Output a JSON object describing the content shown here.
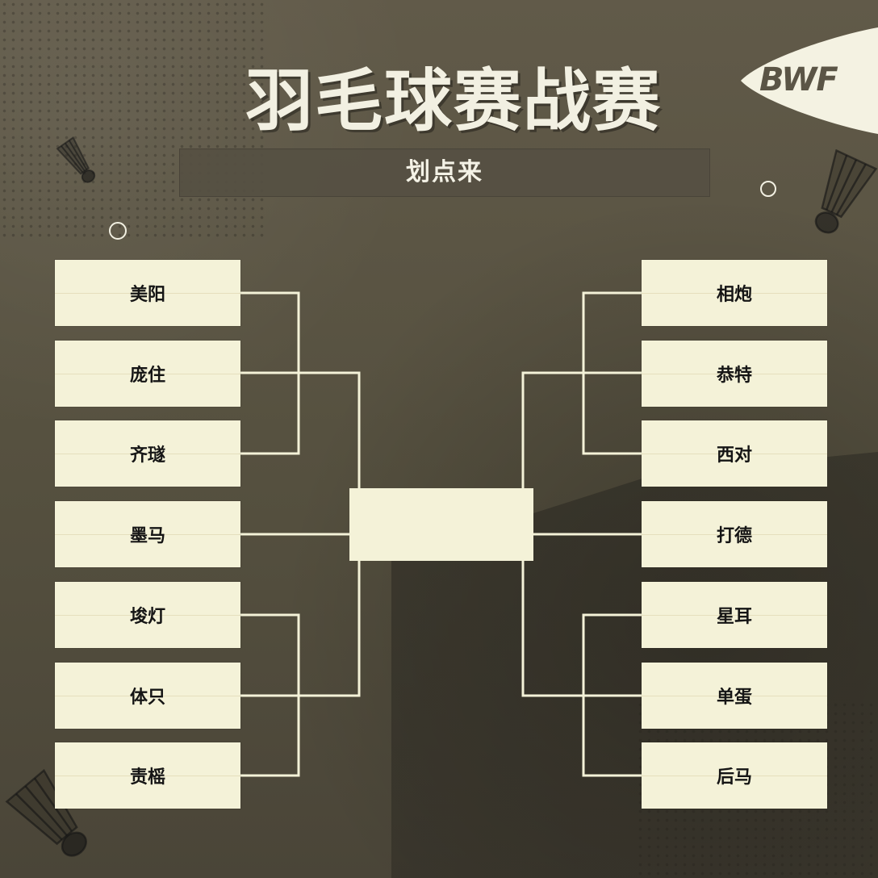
{
  "header": {
    "title": "羽毛球赛战赛",
    "subtitle": "划点来",
    "logo": "BWF"
  },
  "bracket": {
    "left": [
      "美阳",
      "庞住",
      "齐璲",
      "墨马",
      "埈灯",
      "体只",
      "责榣"
    ],
    "right": [
      "相炮",
      "恭特",
      "西对",
      "打德",
      "星耳",
      "单蛋",
      "后马"
    ],
    "final_label": ""
  },
  "colors": {
    "background": "#5a5444",
    "card": "#f4f2d8",
    "line": "#f4f2d8",
    "title": "#f2f0e2"
  },
  "icons": [
    "shuttlecock-icon",
    "ring-icon",
    "bwf-logo"
  ]
}
